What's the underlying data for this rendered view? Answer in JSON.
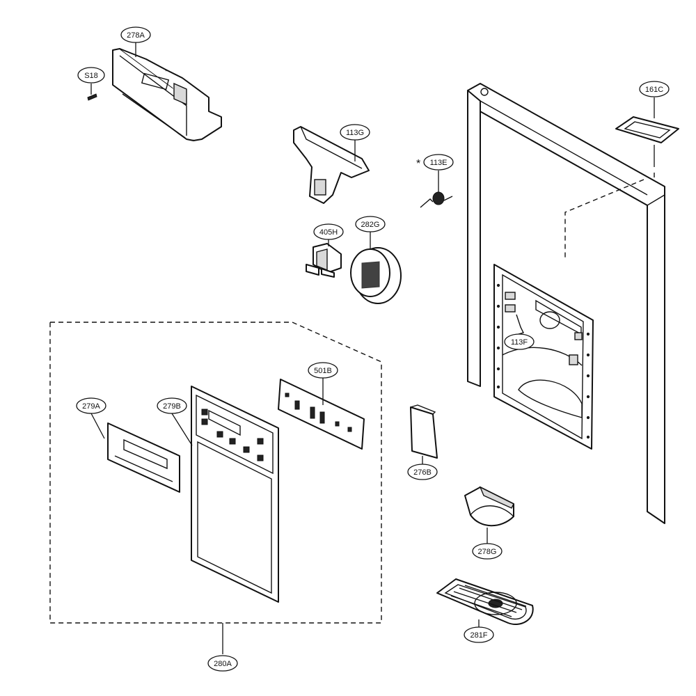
{
  "diagram": {
    "parts": {
      "p278A": "278A",
      "pS18": "S18",
      "p113G": "113G",
      "p113E": "113E",
      "p161C": "161C",
      "p405H": "405H",
      "p282G": "282G",
      "p113F": "113F",
      "p501B": "501B",
      "p279A": "279A",
      "p279B": "279B",
      "p276B": "276B",
      "p278G": "278G",
      "p281F": "281F",
      "p280A": "280A"
    },
    "asterisk": "*"
  },
  "colors": {
    "line": "#111111",
    "fill": "#ffffff",
    "shade": "#d9d9d9"
  }
}
